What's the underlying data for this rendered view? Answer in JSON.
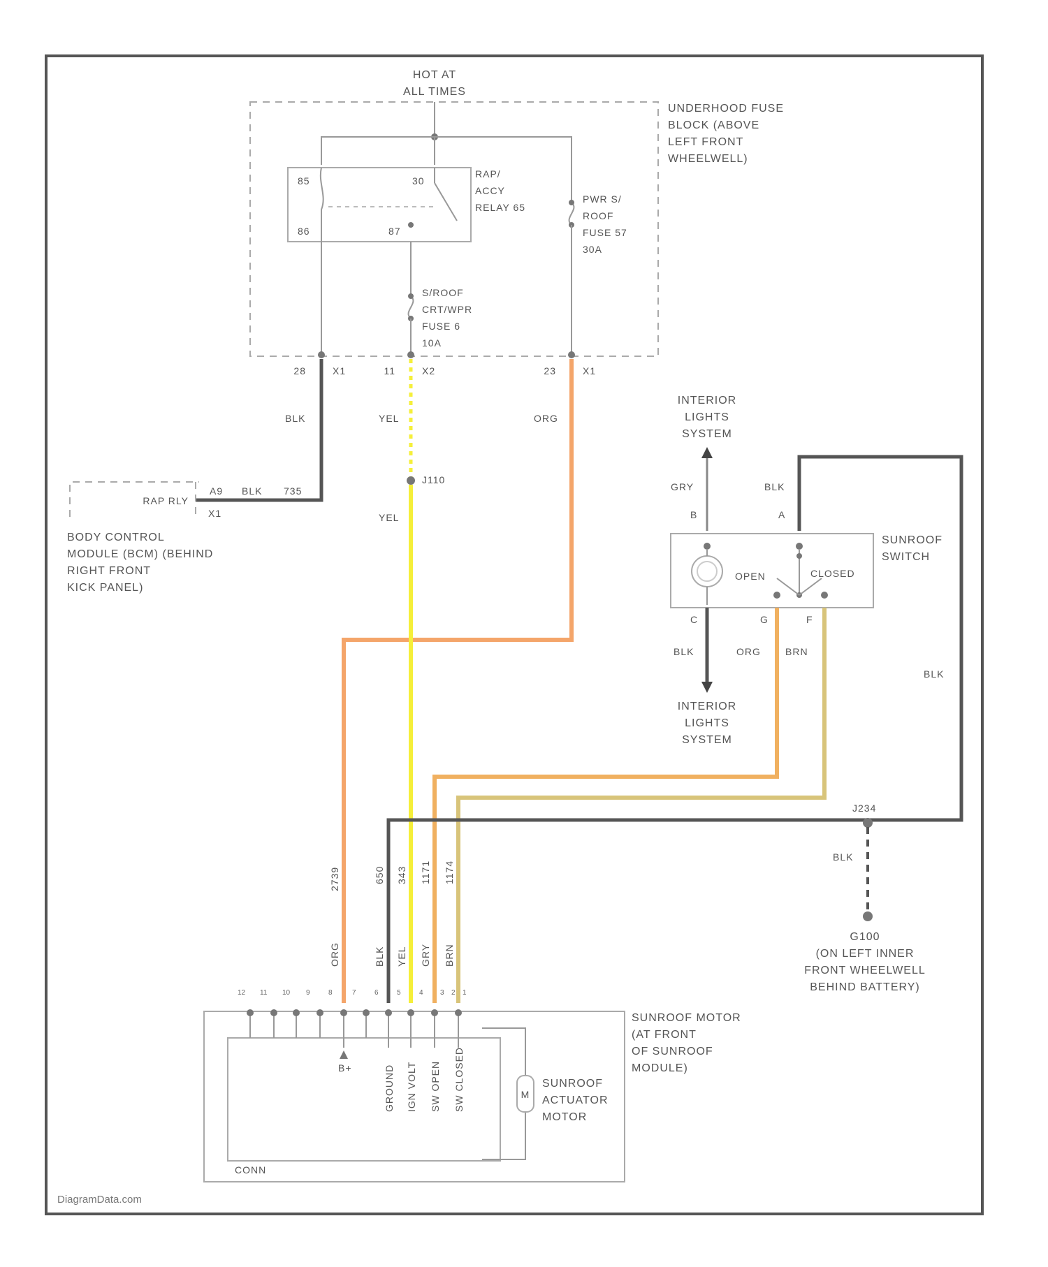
{
  "hot_at_all_times": [
    "HOT AT",
    "ALL TIMES"
  ],
  "underhood_fuse_block": [
    "UNDERHOOD FUSE",
    "BLOCK (ABOVE",
    "LEFT FRONT",
    "WHEELWELL)"
  ],
  "relay": {
    "label": [
      "RAP/",
      "ACCY",
      "RELAY 65"
    ],
    "pins": [
      "85",
      "30",
      "86",
      "87"
    ]
  },
  "pwr_fuse": [
    "PWR S/",
    "ROOF",
    "FUSE 57",
    "30A"
  ],
  "sroof_fuse": [
    "S/ROOF",
    "CRT/WPR",
    "FUSE 6",
    "10A"
  ],
  "connectors": [
    {
      "pin": "28",
      "conn": "X1"
    },
    {
      "pin": "11",
      "conn": "X2"
    },
    {
      "pin": "23",
      "conn": "X1"
    }
  ],
  "wire_colors": {
    "blk": "BLK",
    "yel": "YEL",
    "org": "ORG",
    "gry": "GRY",
    "brn": "BRN"
  },
  "splice_top": "J110",
  "bcm": {
    "connector": "RAP RLY",
    "pin": "A9",
    "wire": "BLK",
    "circuit": "735",
    "conn": "X1",
    "label": [
      "BODY CONTROL",
      "MODULE (BCM) (BEHIND",
      "RIGHT FRONT",
      "KICK PANEL)"
    ]
  },
  "interior_lights_top": [
    "INTERIOR",
    "LIGHTS",
    "SYSTEM"
  ],
  "interior_lights_bottom": [
    "INTERIOR",
    "LIGHTS",
    "SYSTEM"
  ],
  "sunroof_switch": {
    "label": [
      "SUNROOF",
      "SWITCH"
    ],
    "pins": [
      "B",
      "A",
      "C",
      "G",
      "F"
    ],
    "open": "OPEN",
    "closed": "CLOSED"
  },
  "ground_splice": "J234",
  "ground": {
    "id": "G100",
    "label": [
      "(ON LEFT INNER",
      "FRONT WHEELWELL",
      "BEHIND BATTERY)"
    ]
  },
  "motor_circuits": [
    "2739",
    "650",
    "343",
    "1171",
    "1174"
  ],
  "motor_wire_colors": [
    "ORG",
    "BLK",
    "YEL",
    "GRY",
    "BRN"
  ],
  "motor_pin_numbers": [
    "12",
    "11",
    "10",
    "9",
    "8",
    "7",
    "6",
    "5",
    "4",
    "3",
    "2",
    "1"
  ],
  "motor_terminal_labels": [
    "GROUND",
    "IGN VOLT",
    "SW OPEN",
    "SW CLOSED"
  ],
  "motor_b_mark": "B+",
  "sunroof_motor": [
    "SUNROOF MOTOR",
    "(AT FRONT",
    "OF SUNROOF",
    "MODULE)"
  ],
  "actuator": [
    "SUNROOF",
    "ACTUATOR",
    "MOTOR"
  ],
  "motor_symbol": "M",
  "module_tag": "CONN",
  "watermark": "DiagramData.com"
}
